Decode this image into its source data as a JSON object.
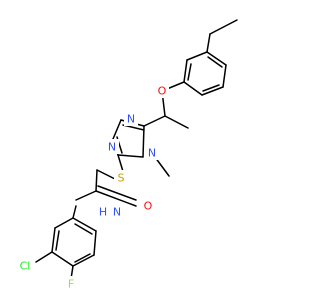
{
  "molecule": {
    "atoms": [
      {
        "id": "o_ether",
        "label": "O",
        "color": "#ff0d0d"
      },
      {
        "id": "n_a",
        "label": "N",
        "color": "#3050f8"
      },
      {
        "id": "n_b",
        "label": "N",
        "color": "#3050f8"
      },
      {
        "id": "n_methyl",
        "label": "N",
        "color": "#3050f8"
      },
      {
        "id": "s",
        "label": "S",
        "color": "#c8a000"
      },
      {
        "id": "o_carbonyl",
        "label": "O",
        "color": "#ff0d0d"
      },
      {
        "id": "nh",
        "label": "N",
        "color": "#3050f8"
      },
      {
        "id": "h",
        "label": "H",
        "color": "#3050f8"
      },
      {
        "id": "cl",
        "label": "Cl",
        "color": "#1ff01f"
      },
      {
        "id": "f",
        "label": "F",
        "color": "#90e050"
      }
    ]
  }
}
